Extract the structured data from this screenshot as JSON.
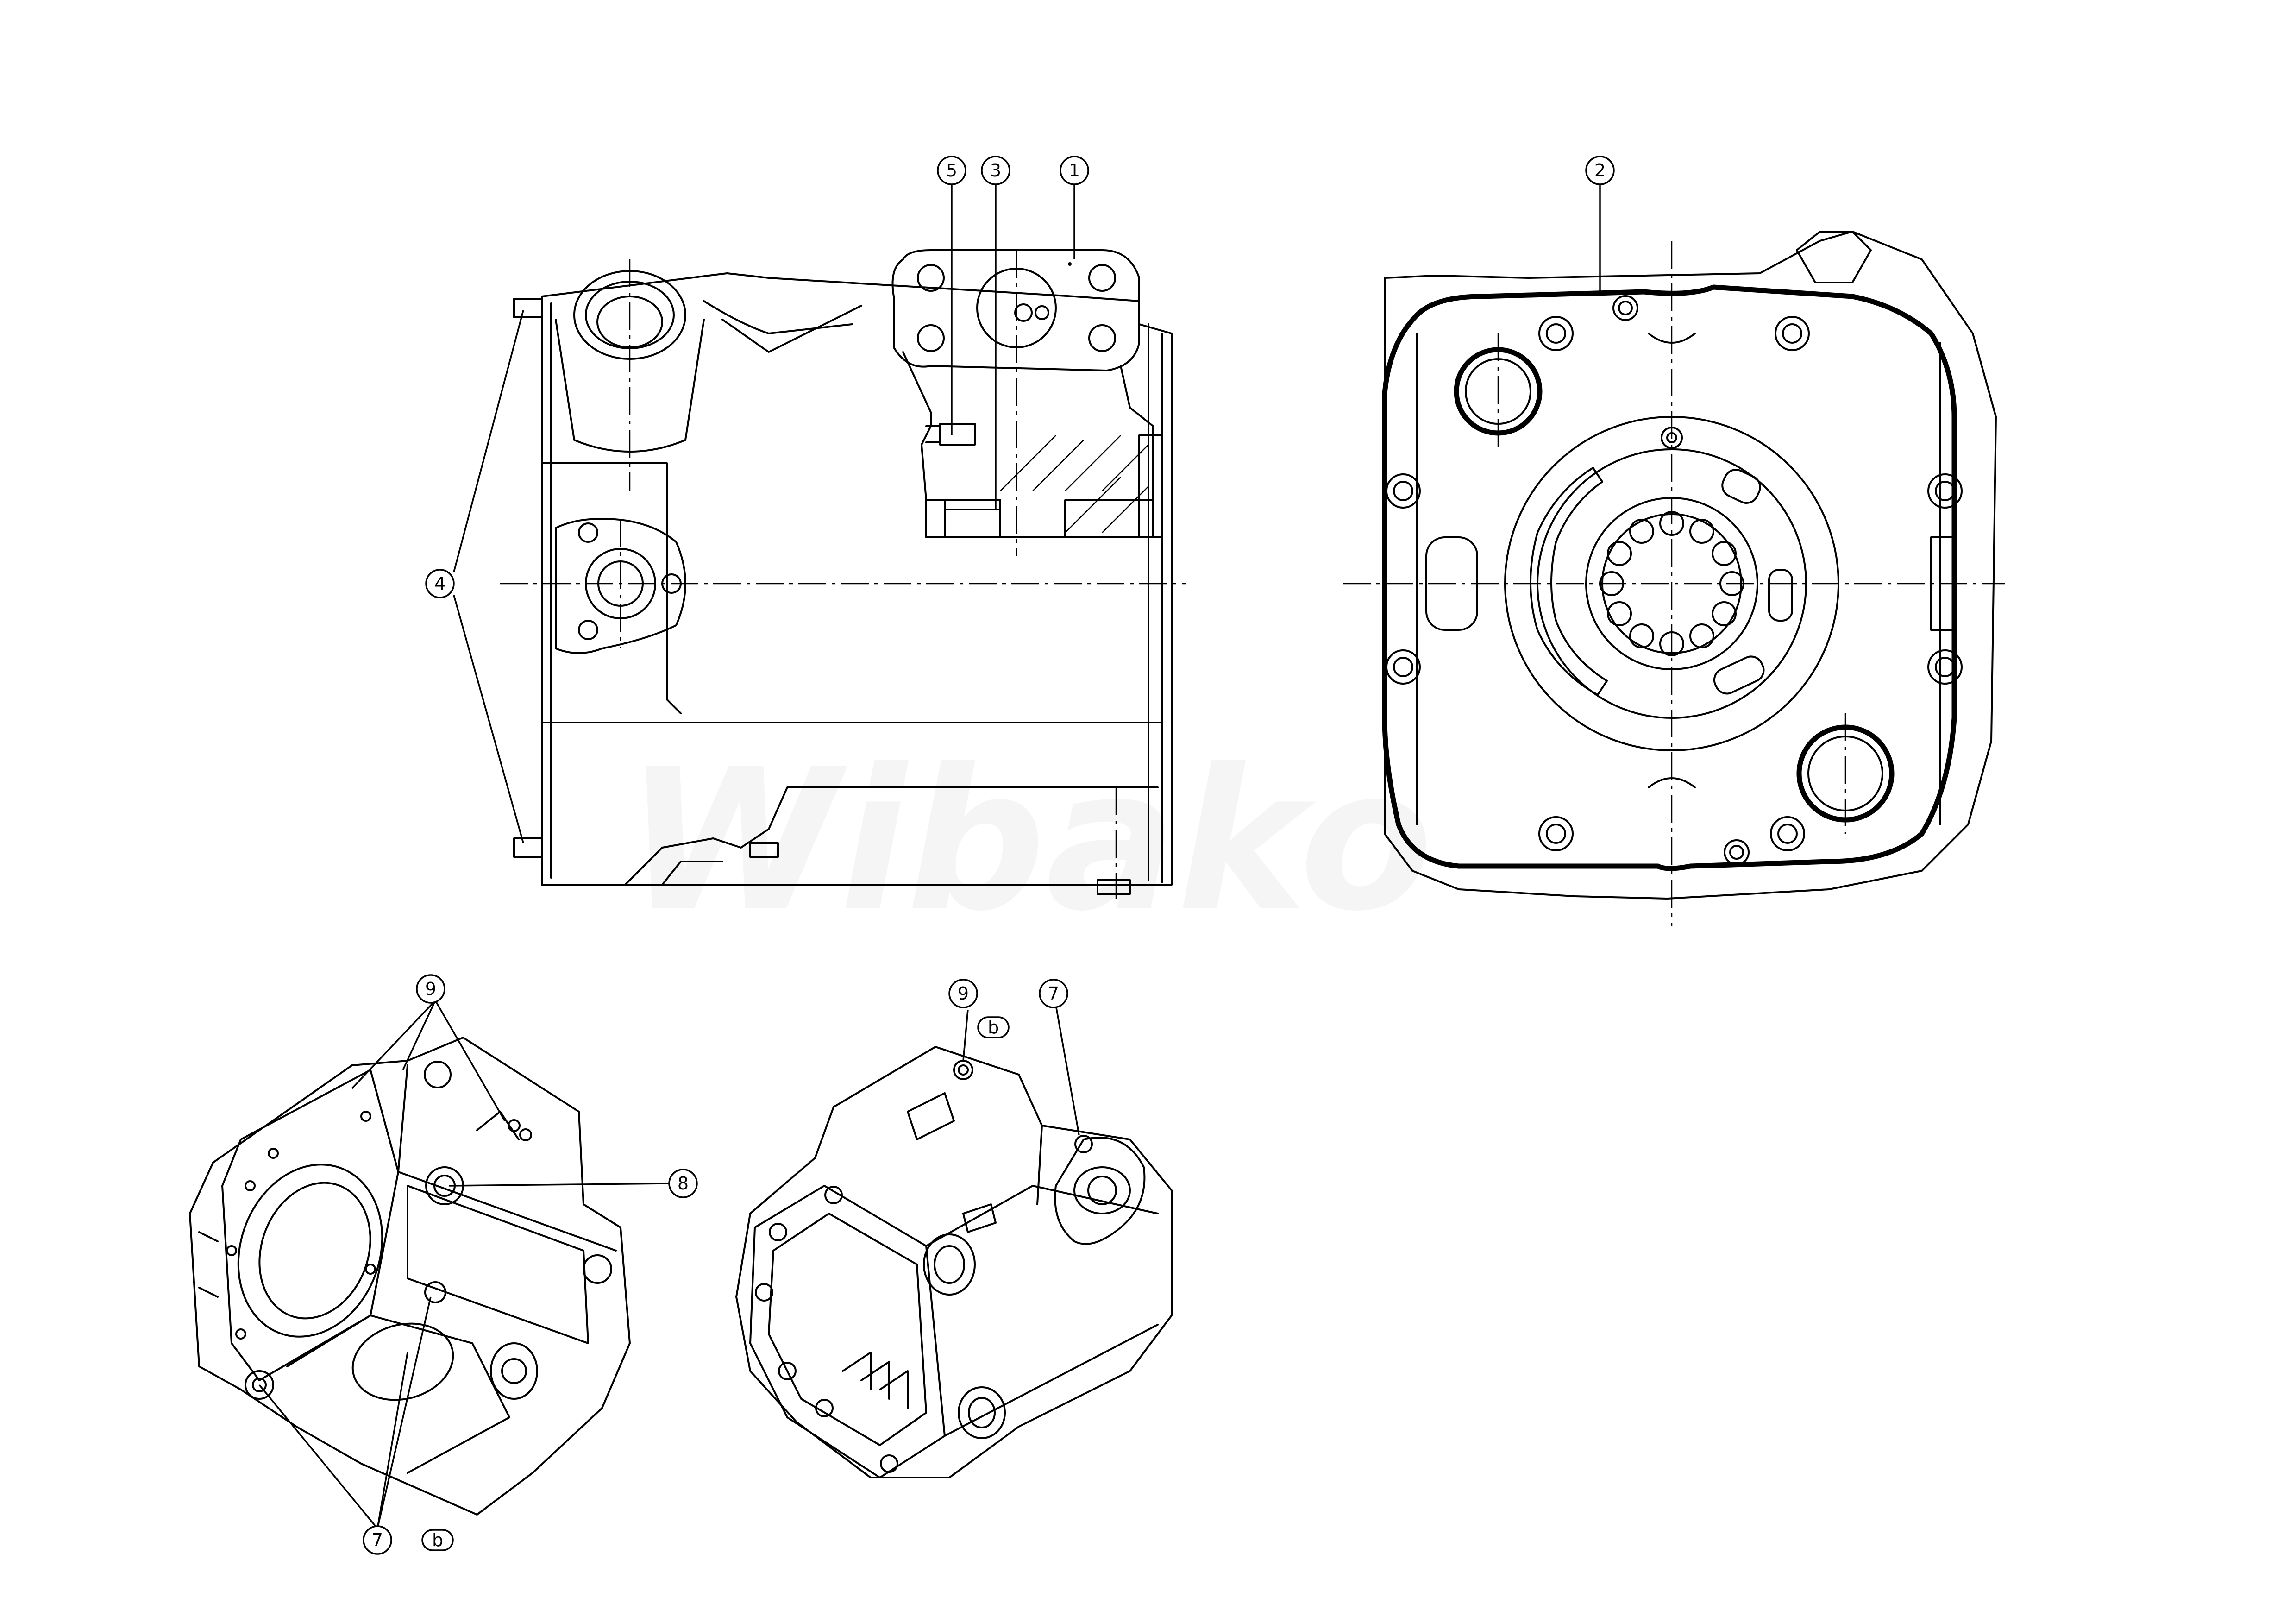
{
  "watermark": "Wibako",
  "callouts": {
    "side_view": [
      {
        "id": "c5",
        "label": "5"
      },
      {
        "id": "c3",
        "label": "3"
      },
      {
        "id": "c1",
        "label": "1"
      },
      {
        "id": "c4",
        "label": "4"
      }
    ],
    "front_view": [
      {
        "id": "c2",
        "label": "2"
      }
    ],
    "iso_left": [
      {
        "id": "c9a",
        "label": "9"
      },
      {
        "id": "c8",
        "label": "8"
      },
      {
        "id": "c7a",
        "label": "7"
      },
      {
        "id": "cba",
        "label": "b"
      }
    ],
    "iso_right": [
      {
        "id": "c9b",
        "label": "9"
      },
      {
        "id": "cbb",
        "label": "b"
      },
      {
        "id": "c7b",
        "label": "7"
      }
    ]
  }
}
